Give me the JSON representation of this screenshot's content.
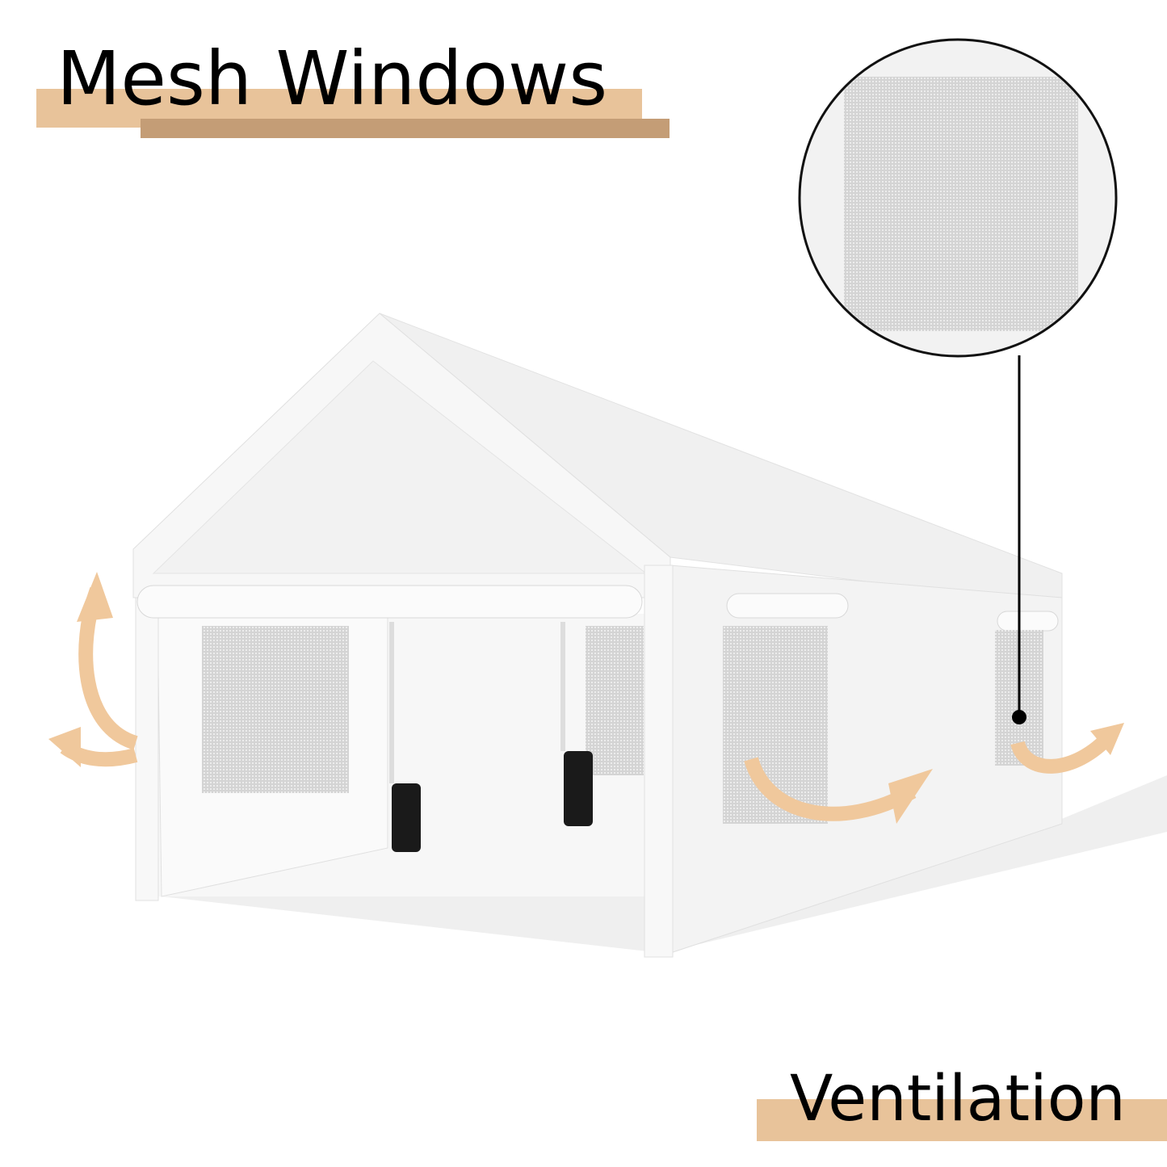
{
  "headline": "Mesh Windows",
  "caption": "Ventilation",
  "colors": {
    "bar_light": "#e8c39a",
    "bar_dark": "#c49d76",
    "arrow": "#f0c89c",
    "tent": "#f4f4f4",
    "mesh": "#d9d9d9"
  },
  "icons": [
    "magnifier-callout",
    "curved-arrow"
  ]
}
